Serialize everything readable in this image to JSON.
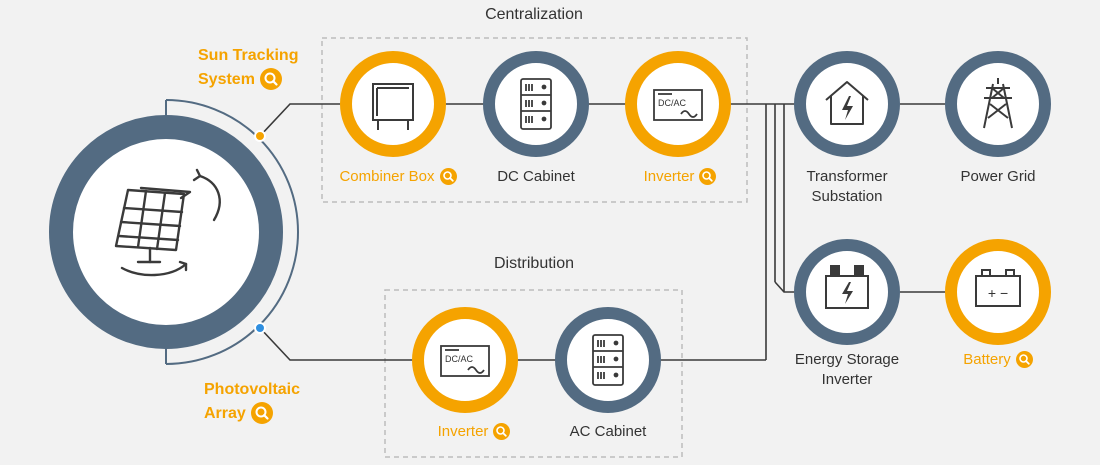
{
  "groups": {
    "centralization": "Centralization",
    "distribution": "Distribution"
  },
  "side_labels": {
    "sun_tracking": [
      "Sun Tracking",
      "System"
    ],
    "photovoltaic": [
      "Photovoltaic",
      "Array"
    ]
  },
  "nodes": {
    "combiner_box": "Combiner Box",
    "dc_cabinet": "DC Cabinet",
    "inverter_central": "Inverter",
    "transformer": [
      "Transformer",
      "Substation"
    ],
    "power_grid": "Power Grid",
    "ess_inverter": [
      "Energy Storage",
      "Inverter"
    ],
    "battery": "Battery",
    "inverter_dist": "Inverter",
    "ac_cabinet": "AC Cabinet"
  },
  "icon_text": {
    "dcac": "DC/AC",
    "battery_symbols": "+ −"
  },
  "colors": {
    "accent": "#f5a300",
    "ring": "#536b82",
    "dot_orange": "#f5a300",
    "dot_blue": "#2f8fe0"
  }
}
